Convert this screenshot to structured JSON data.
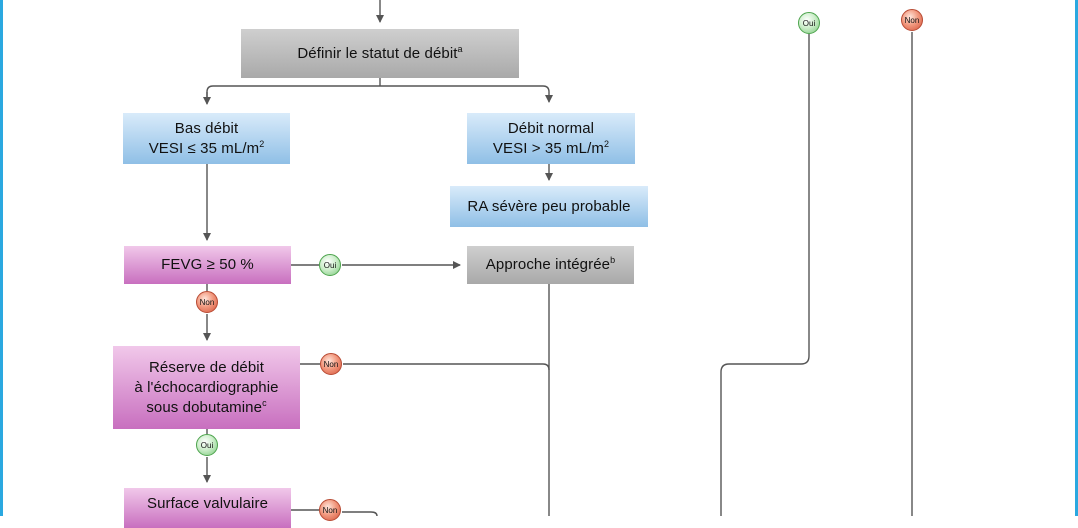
{
  "boxes": {
    "statut": {
      "text": "Définir le statut de débit",
      "sup": "a"
    },
    "bas_debit": {
      "line1": "Bas débit",
      "line2": "VESI ≤ 35 mL/m",
      "sup": "2"
    },
    "debit_normal": {
      "line1": "Débit normal",
      "line2": "VESI > 35 mL/m",
      "sup": "2"
    },
    "ra_severe": {
      "text": "RA sévère peu probable"
    },
    "fevg": {
      "text": "FEVG ≥ 50 %"
    },
    "approche": {
      "text": "Approche intégrée",
      "sup": "b"
    },
    "reserve": {
      "line1": "Réserve de débit",
      "line2": "à l'échocardiographie",
      "line3": "sous dobutamine",
      "sup": "c"
    },
    "surface": {
      "text": "Surface valvulaire"
    }
  },
  "decisions": {
    "oui": "Oui",
    "non": "Non"
  },
  "colors": {
    "frame": "#2aa8e0",
    "line": "#555555",
    "gray_box": "#b5b5b5",
    "blue_box": "#9dc7ea",
    "pink_box": "#d48ccc",
    "oui": "#79c779",
    "non": "#d4533a"
  }
}
